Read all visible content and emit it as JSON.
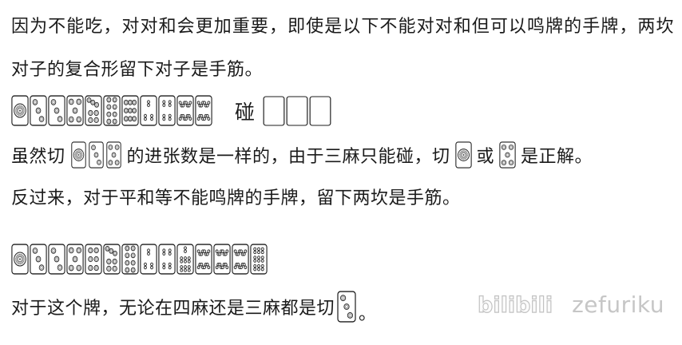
{
  "colors": {
    "text": "#1a1a1a",
    "tile_outline": "#1c1c1c",
    "watermark": "#c6c6c6"
  },
  "paragraph1": "因为不能吃，对对和会更加重要，即使是以下不能对对和但可以鸣牌的手牌，两坎对子的复合形留下对子是手筋。",
  "hand1": {
    "tiles": [
      "1p",
      "3p",
      "3p",
      "5p",
      "7p",
      "8p",
      "9p",
      "3s",
      "4s",
      "8s",
      "8s"
    ],
    "call_label": "碰",
    "call_tiles": [
      "blank",
      "blank",
      "blank"
    ]
  },
  "sentence2": {
    "prefix": "虽然切",
    "tiles_a": [
      "1p",
      "3p",
      "5p"
    ],
    "middle": "的进张数是一样的，由于三麻只能碰，切",
    "tile_b": "1p",
    "or_text": "或",
    "tile_c": "5p",
    "suffix": "是正解。"
  },
  "paragraph3": "反过来，对于平和等不能鸣牌的手牌，留下两坎是手筋。",
  "hand2": {
    "tiles": [
      "1p",
      "3p",
      "3p",
      "5p",
      "6p",
      "7p",
      "8p",
      "3s",
      "4s",
      "7s",
      "8s",
      "8s",
      "8s",
      "9s"
    ]
  },
  "sentence4": {
    "prefix": "对于这个牌，无论在四麻还是三麻都是切",
    "tile": "3p",
    "suffix": "。"
  },
  "watermark": {
    "logo_text": "bilibili",
    "name": "zefuriku"
  }
}
